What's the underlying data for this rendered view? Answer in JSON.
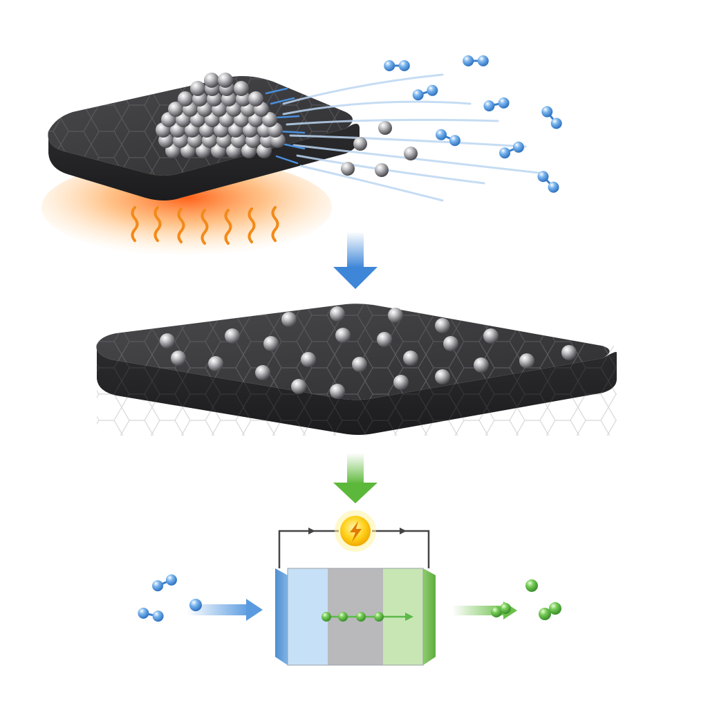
{
  "colors": {
    "background": "#ffffff",
    "substrate": "#3a3a3c",
    "substrate_edge": "#232325",
    "grain_lines": "#6c6c70",
    "metal_atom": "#9a9a9e",
    "gas_molecule": "#5a9be0",
    "gas_flow": "#bcd6f2",
    "heat_glow": "#ff7a1e",
    "heat_wave": "#f28a1a",
    "arrow_blue": "#4a8fdc",
    "arrow_green": "#6cbf4a",
    "anode_blue": "#c6e0f7",
    "separator_gray": "#b9b9bc",
    "cathode_green": "#c8e6b4",
    "wire": "#444444",
    "bulb": "#ffd11a",
    "product_molecule": "#5cb94a"
  },
  "icons": {
    "heat": "heat-wave-icon",
    "flow_down": "arrow-down-icon",
    "power": "lightning-bolt-icon",
    "flow_right": "arrow-right-icon"
  },
  "panels": [
    {
      "id": "nanoparticle-on-heated-substrate",
      "shows": [
        "heated-substrate",
        "nanoparticle-cluster",
        "ejected-atoms",
        "gas-molecules"
      ]
    },
    {
      "id": "single-atom-dispersed-substrate",
      "shows": [
        "substrate",
        "dispersed-single-atoms"
      ]
    },
    {
      "id": "electrochemical-cell",
      "shows": [
        "cell",
        "external-circuit",
        "reactant-molecules",
        "product-molecules"
      ]
    }
  ]
}
